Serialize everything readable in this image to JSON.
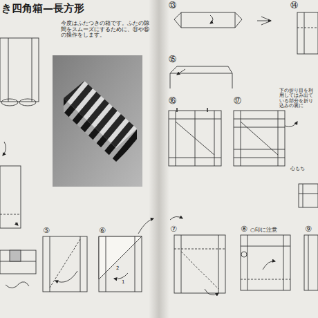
{
  "diagram": {
    "title": "き四角箱—長方形",
    "labels": [
      "今度はふたつきの箱です。ふたの隙間をスムーズにするために、⑪や⑮の操作をします。",
      "⑤",
      "⑥",
      "1",
      "2",
      "⑦",
      "⑧",
      "○印に注意",
      "⑨",
      "⑬",
      "⑭",
      "⑮",
      "⑯",
      "⑰",
      "下の折り目を利用してはみ出ている部分を折り込みの裏に",
      "心もち"
    ]
  }
}
